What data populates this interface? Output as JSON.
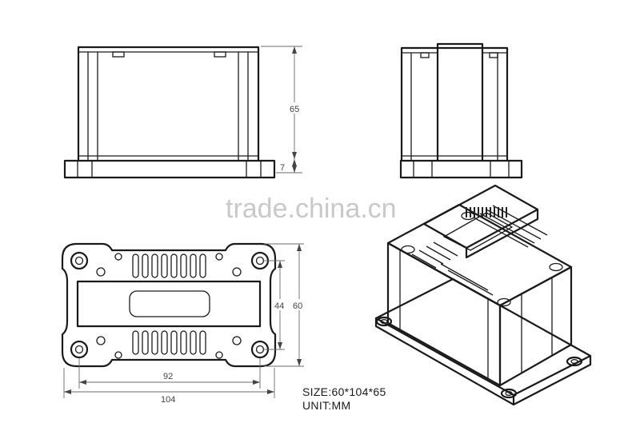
{
  "watermark": "trade.china.cn",
  "dimensions": {
    "height": "65",
    "base_height": "7",
    "inner_width": "44",
    "outer_width": "60",
    "hole_spacing": "92",
    "length": "104"
  },
  "spec": {
    "size": "SIZE:60*104*65",
    "unit": "UNIT:MM"
  }
}
